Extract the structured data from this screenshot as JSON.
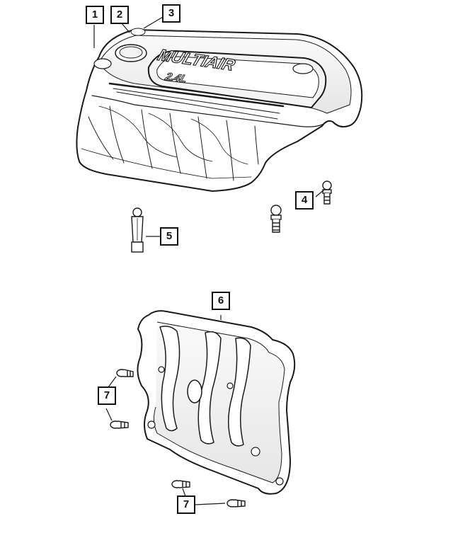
{
  "callouts": [
    {
      "label": "1"
    },
    {
      "label": "2"
    },
    {
      "label": "3"
    },
    {
      "label": "4"
    },
    {
      "label": "5"
    },
    {
      "label": "6"
    },
    {
      "label": "7"
    },
    {
      "label": "7"
    }
  ],
  "cover_text": {
    "brand": "MULTIAIR",
    "displacement": "2.4L"
  },
  "colors": {
    "line": "#1a1a1a",
    "shade": "#e9e9e9",
    "background": "#ffffff"
  }
}
